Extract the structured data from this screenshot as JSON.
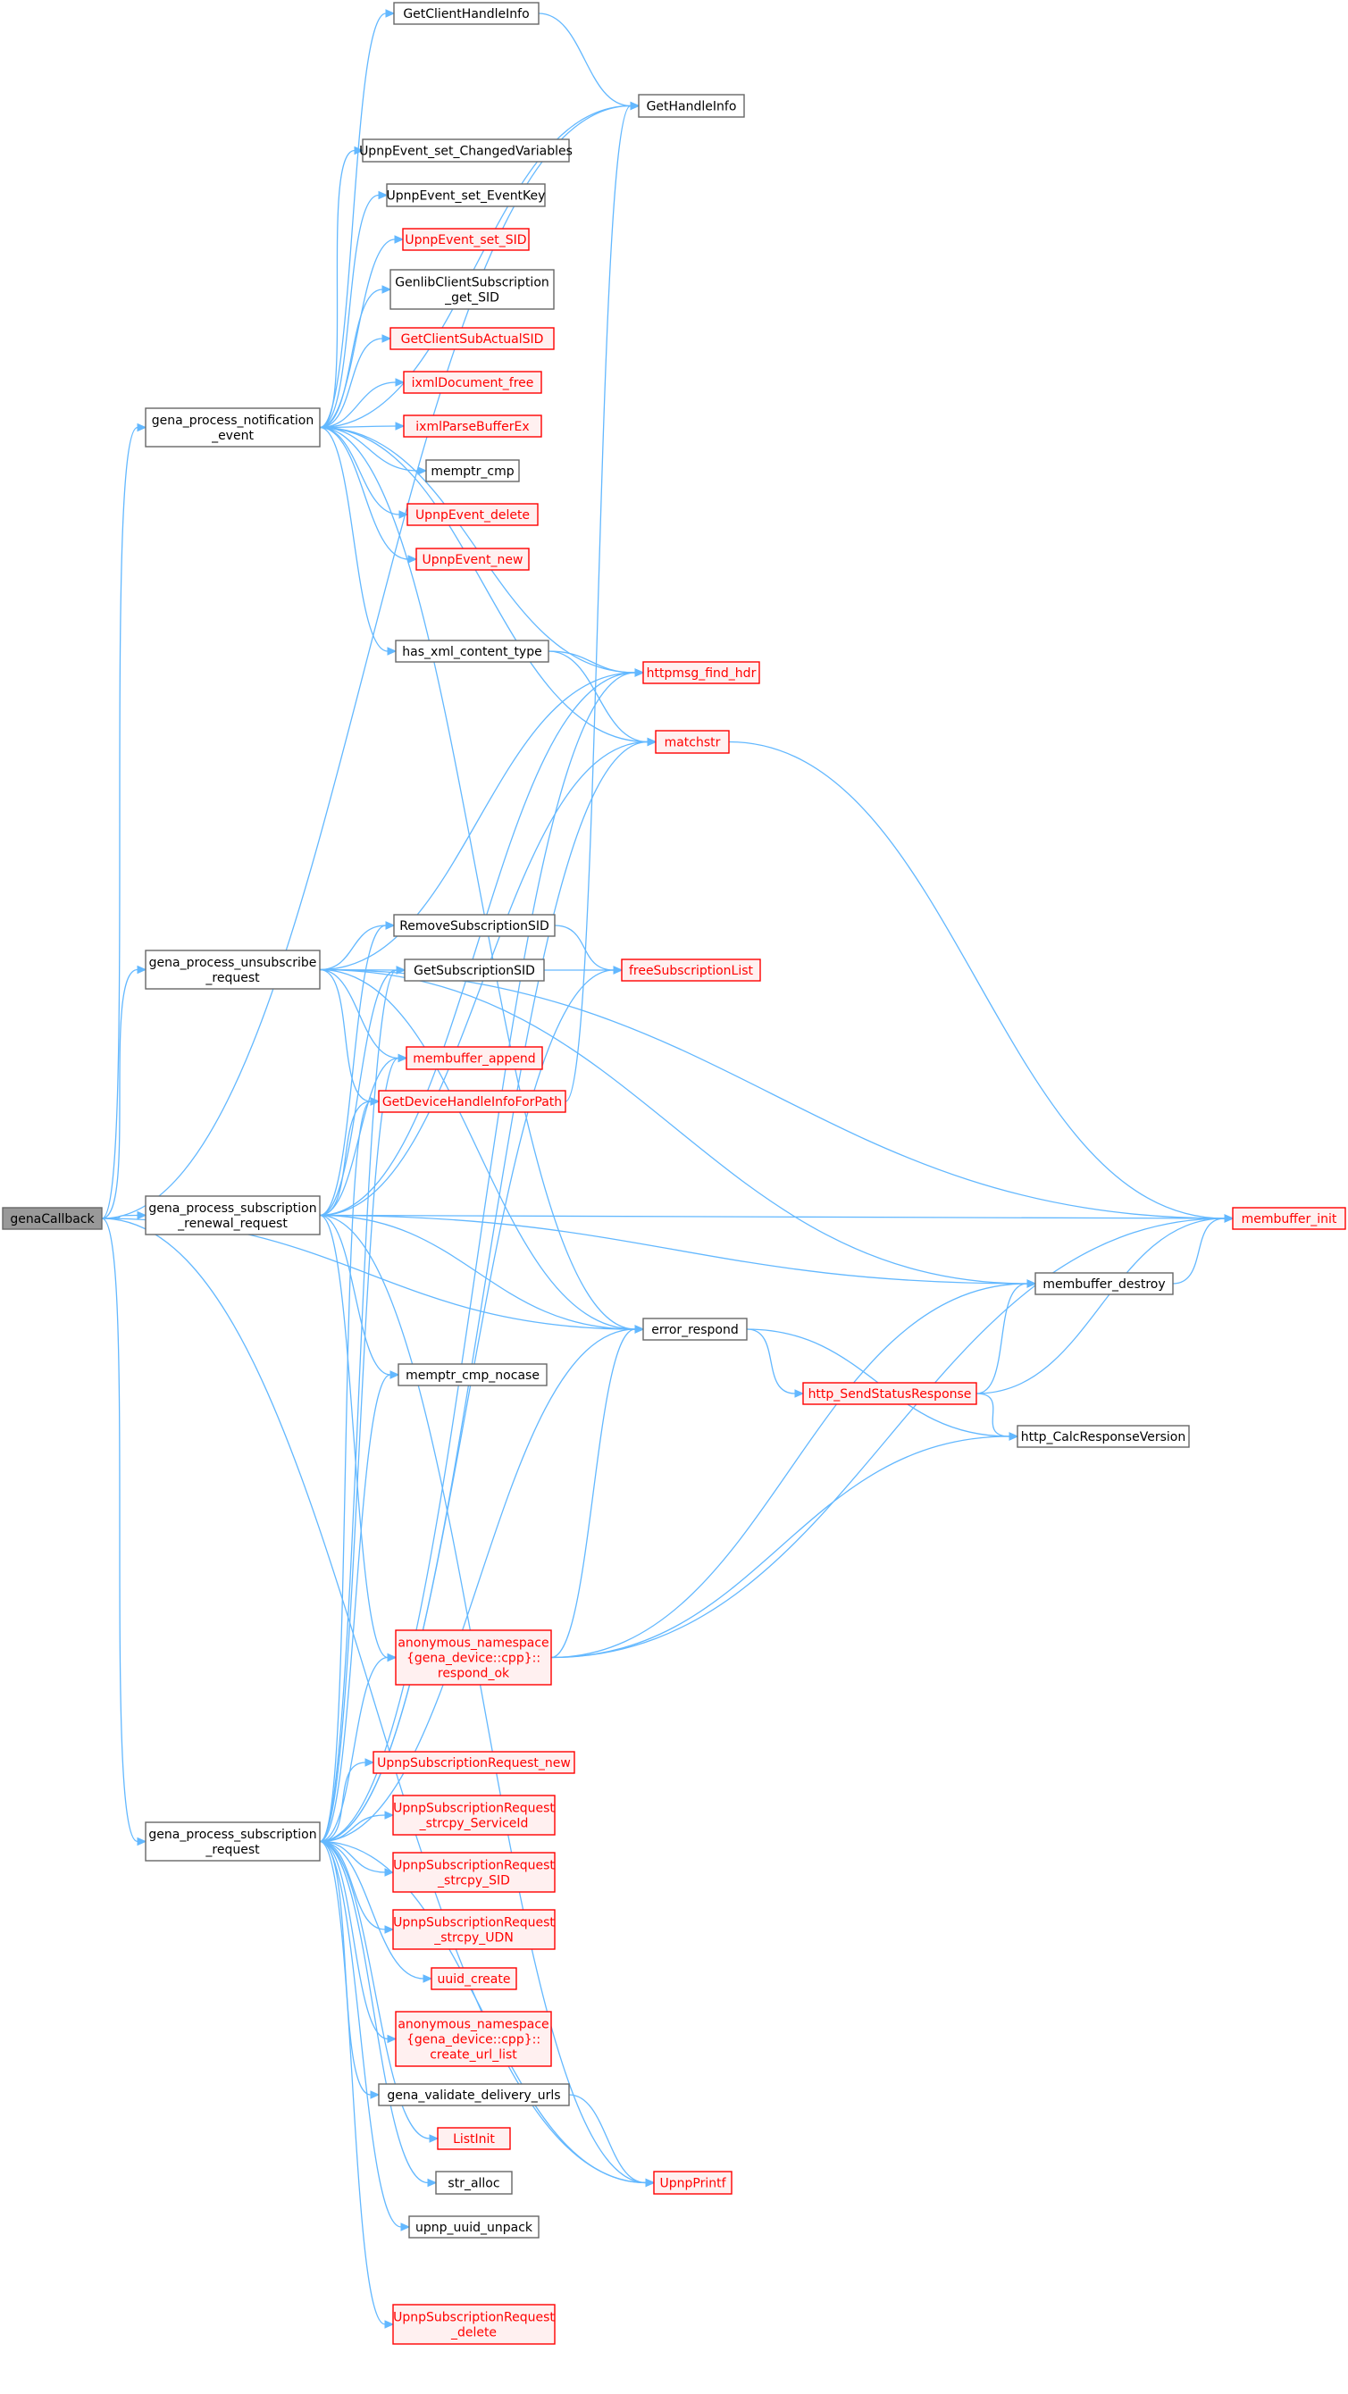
{
  "colors": {
    "edge": "#63b8ff",
    "default_fill": "#ffffff",
    "default_stroke": "#666666",
    "red_fill": "#fff0f0",
    "red_stroke": "#ff0000",
    "root_fill": "#999999",
    "root_stroke": "#666666"
  },
  "nodes": {
    "genaCallback": {
      "lines": [
        "genaCallback"
      ],
      "style": "root"
    },
    "gpne": {
      "lines": [
        "gena_process_notification",
        "_event"
      ],
      "style": "default"
    },
    "gpur": {
      "lines": [
        "gena_process_unsubscribe",
        "_request"
      ],
      "style": "default"
    },
    "gpsrr": {
      "lines": [
        "gena_process_subscription",
        "_renewal_request"
      ],
      "style": "default"
    },
    "gpsr": {
      "lines": [
        "gena_process_subscription",
        "_request"
      ],
      "style": "default"
    },
    "GetClientHandleInfo": {
      "lines": [
        "GetClientHandleInfo"
      ],
      "style": "default"
    },
    "GetHandleInfo": {
      "lines": [
        "GetHandleInfo"
      ],
      "style": "default"
    },
    "UpnpEvent_set_ChangedVariables": {
      "lines": [
        "UpnpEvent_set_ChangedVariables"
      ],
      "style": "default"
    },
    "UpnpEvent_set_EventKey": {
      "lines": [
        "UpnpEvent_set_EventKey"
      ],
      "style": "default"
    },
    "UpnpEvent_set_SID": {
      "lines": [
        "UpnpEvent_set_SID"
      ],
      "style": "red"
    },
    "GenlibClientSubscription_get_SID": {
      "lines": [
        "GenlibClientSubscription",
        "_get_SID"
      ],
      "style": "default"
    },
    "GetClientSubActualSID": {
      "lines": [
        "GetClientSubActualSID"
      ],
      "style": "red"
    },
    "ixmlDocument_free": {
      "lines": [
        "ixmlDocument_free"
      ],
      "style": "red"
    },
    "ixmlParseBufferEx": {
      "lines": [
        "ixmlParseBufferEx"
      ],
      "style": "red"
    },
    "memptr_cmp": {
      "lines": [
        "memptr_cmp"
      ],
      "style": "default"
    },
    "UpnpEvent_delete": {
      "lines": [
        "UpnpEvent_delete"
      ],
      "style": "red"
    },
    "UpnpEvent_new": {
      "lines": [
        "UpnpEvent_new"
      ],
      "style": "red"
    },
    "has_xml_content_type": {
      "lines": [
        "has_xml_content_type"
      ],
      "style": "default"
    },
    "httpmsg_find_hdr": {
      "lines": [
        "httpmsg_find_hdr"
      ],
      "style": "red"
    },
    "matchstr": {
      "lines": [
        "matchstr"
      ],
      "style": "red"
    },
    "RemoveSubscriptionSID": {
      "lines": [
        "RemoveSubscriptionSID"
      ],
      "style": "default"
    },
    "GetSubscriptionSID": {
      "lines": [
        "GetSubscriptionSID"
      ],
      "style": "default"
    },
    "freeSubscriptionList": {
      "lines": [
        "freeSubscriptionList"
      ],
      "style": "red"
    },
    "membuffer_append": {
      "lines": [
        "membuffer_append"
      ],
      "style": "red"
    },
    "GetDeviceHandleInfoForPath": {
      "lines": [
        "GetDeviceHandleInfoForPath"
      ],
      "style": "red"
    },
    "membuffer_init": {
      "lines": [
        "membuffer_init"
      ],
      "style": "red"
    },
    "membuffer_destroy": {
      "lines": [
        "membuffer_destroy"
      ],
      "style": "default"
    },
    "error_respond": {
      "lines": [
        "error_respond"
      ],
      "style": "default"
    },
    "memptr_cmp_nocase": {
      "lines": [
        "memptr_cmp_nocase"
      ],
      "style": "default"
    },
    "http_SendStatusResponse": {
      "lines": [
        "http_SendStatusResponse"
      ],
      "style": "red"
    },
    "http_CalcResponseVersion": {
      "lines": [
        "http_CalcResponseVersion"
      ],
      "style": "default"
    },
    "respond_ok": {
      "lines": [
        "anonymous_namespace",
        "{gena_device::cpp}::",
        "respond_ok"
      ],
      "style": "red"
    },
    "UpnpSubscriptionRequest_new": {
      "lines": [
        "UpnpSubscriptionRequest_new"
      ],
      "style": "red"
    },
    "strcpy_ServiceId": {
      "lines": [
        "UpnpSubscriptionRequest",
        "_strcpy_ServiceId"
      ],
      "style": "red"
    },
    "strcpy_SID": {
      "lines": [
        "UpnpSubscriptionRequest",
        "_strcpy_SID"
      ],
      "style": "red"
    },
    "strcpy_UDN": {
      "lines": [
        "UpnpSubscriptionRequest",
        "_strcpy_UDN"
      ],
      "style": "red"
    },
    "uuid_create": {
      "lines": [
        "uuid_create"
      ],
      "style": "red"
    },
    "create_url_list": {
      "lines": [
        "anonymous_namespace",
        "{gena_device::cpp}::",
        "create_url_list"
      ],
      "style": "red"
    },
    "gena_validate_delivery_urls": {
      "lines": [
        "gena_validate_delivery_urls"
      ],
      "style": "default"
    },
    "ListInit": {
      "lines": [
        "ListInit"
      ],
      "style": "red"
    },
    "str_alloc": {
      "lines": [
        "str_alloc"
      ],
      "style": "default"
    },
    "upnp_uuid_unpack": {
      "lines": [
        "upnp_uuid_unpack"
      ],
      "style": "default"
    },
    "UpnpPrintf": {
      "lines": [
        "UpnpPrintf"
      ],
      "style": "red"
    },
    "UpnpSubscriptionRequest_delete": {
      "lines": [
        "UpnpSubscriptionRequest",
        "_delete"
      ],
      "style": "red"
    }
  },
  "edges": [
    [
      "genaCallback",
      "gpne"
    ],
    [
      "genaCallback",
      "GetHandleInfo"
    ],
    [
      "genaCallback",
      "gpur"
    ],
    [
      "genaCallback",
      "gpsrr"
    ],
    [
      "genaCallback",
      "gpsr"
    ],
    [
      "genaCallback",
      "error_respond"
    ],
    [
      "genaCallback",
      "UpnpPrintf"
    ],
    [
      "gpne",
      "GetClientHandleInfo"
    ],
    [
      "gpne",
      "GetHandleInfo"
    ],
    [
      "gpne",
      "UpnpEvent_set_ChangedVariables"
    ],
    [
      "gpne",
      "UpnpEvent_set_EventKey"
    ],
    [
      "gpne",
      "UpnpEvent_set_SID"
    ],
    [
      "gpne",
      "GenlibClientSubscription_get_SID"
    ],
    [
      "gpne",
      "GetClientSubActualSID"
    ],
    [
      "gpne",
      "ixmlDocument_free"
    ],
    [
      "gpne",
      "ixmlParseBufferEx"
    ],
    [
      "gpne",
      "memptr_cmp"
    ],
    [
      "gpne",
      "UpnpEvent_delete"
    ],
    [
      "gpne",
      "UpnpEvent_new"
    ],
    [
      "gpne",
      "has_xml_content_type"
    ],
    [
      "gpne",
      "httpmsg_find_hdr"
    ],
    [
      "gpne",
      "matchstr"
    ],
    [
      "gpne",
      "error_respond"
    ],
    [
      "GetClientHandleInfo",
      "GetHandleInfo"
    ],
    [
      "has_xml_content_type",
      "httpmsg_find_hdr"
    ],
    [
      "has_xml_content_type",
      "matchstr"
    ],
    [
      "gpur",
      "httpmsg_find_hdr"
    ],
    [
      "gpur",
      "membuffer_init"
    ],
    [
      "gpur",
      "membuffer_destroy"
    ],
    [
      "gpur",
      "RemoveSubscriptionSID"
    ],
    [
      "gpur",
      "GetSubscriptionSID"
    ],
    [
      "gpur",
      "membuffer_append"
    ],
    [
      "gpur",
      "GetDeviceHandleInfoForPath"
    ],
    [
      "gpur",
      "error_respond"
    ],
    [
      "RemoveSubscriptionSID",
      "freeSubscriptionList"
    ],
    [
      "GetSubscriptionSID",
      "freeSubscriptionList"
    ],
    [
      "GetDeviceHandleInfoForPath",
      "GetHandleInfo"
    ],
    [
      "gpsrr",
      "RemoveSubscriptionSID"
    ],
    [
      "gpsrr",
      "GetSubscriptionSID"
    ],
    [
      "gpsrr",
      "membuffer_append"
    ],
    [
      "gpsrr",
      "GetDeviceHandleInfoForPath"
    ],
    [
      "gpsrr",
      "httpmsg_find_hdr"
    ],
    [
      "gpsrr",
      "matchstr"
    ],
    [
      "gpsrr",
      "membuffer_init"
    ],
    [
      "gpsrr",
      "membuffer_destroy"
    ],
    [
      "gpsrr",
      "error_respond"
    ],
    [
      "gpsrr",
      "memptr_cmp_nocase"
    ],
    [
      "gpsrr",
      "respond_ok"
    ],
    [
      "gpsrr",
      "UpnpPrintf"
    ],
    [
      "matchstr",
      "membuffer_init"
    ],
    [
      "membuffer_destroy",
      "membuffer_init"
    ],
    [
      "error_respond",
      "http_SendStatusResponse"
    ],
    [
      "error_respond",
      "http_CalcResponseVersion"
    ],
    [
      "http_SendStatusResponse",
      "membuffer_destroy"
    ],
    [
      "http_SendStatusResponse",
      "membuffer_init"
    ],
    [
      "http_SendStatusResponse",
      "http_CalcResponseVersion"
    ],
    [
      "respond_ok",
      "membuffer_destroy"
    ],
    [
      "respond_ok",
      "membuffer_init"
    ],
    [
      "respond_ok",
      "http_CalcResponseVersion"
    ],
    [
      "respond_ok",
      "error_respond"
    ],
    [
      "gpsr",
      "GetDeviceHandleInfoForPath"
    ],
    [
      "gpsr",
      "GetSubscriptionSID"
    ],
    [
      "gpsr",
      "membuffer_append"
    ],
    [
      "gpsr",
      "memptr_cmp_nocase"
    ],
    [
      "gpsr",
      "error_respond"
    ],
    [
      "gpsr",
      "freeSubscriptionList"
    ],
    [
      "gpsr",
      "httpmsg_find_hdr"
    ],
    [
      "gpsr",
      "matchstr"
    ],
    [
      "gpsr",
      "respond_ok"
    ],
    [
      "gpsr",
      "UpnpSubscriptionRequest_new"
    ],
    [
      "gpsr",
      "strcpy_ServiceId"
    ],
    [
      "gpsr",
      "strcpy_SID"
    ],
    [
      "gpsr",
      "strcpy_UDN"
    ],
    [
      "gpsr",
      "uuid_create"
    ],
    [
      "gpsr",
      "create_url_list"
    ],
    [
      "gpsr",
      "gena_validate_delivery_urls"
    ],
    [
      "gpsr",
      "ListInit"
    ],
    [
      "gpsr",
      "str_alloc"
    ],
    [
      "gpsr",
      "upnp_uuid_unpack"
    ],
    [
      "gpsr",
      "UpnpPrintf"
    ],
    [
      "gpsr",
      "UpnpSubscriptionRequest_delete"
    ],
    [
      "gena_validate_delivery_urls",
      "UpnpPrintf"
    ]
  ]
}
